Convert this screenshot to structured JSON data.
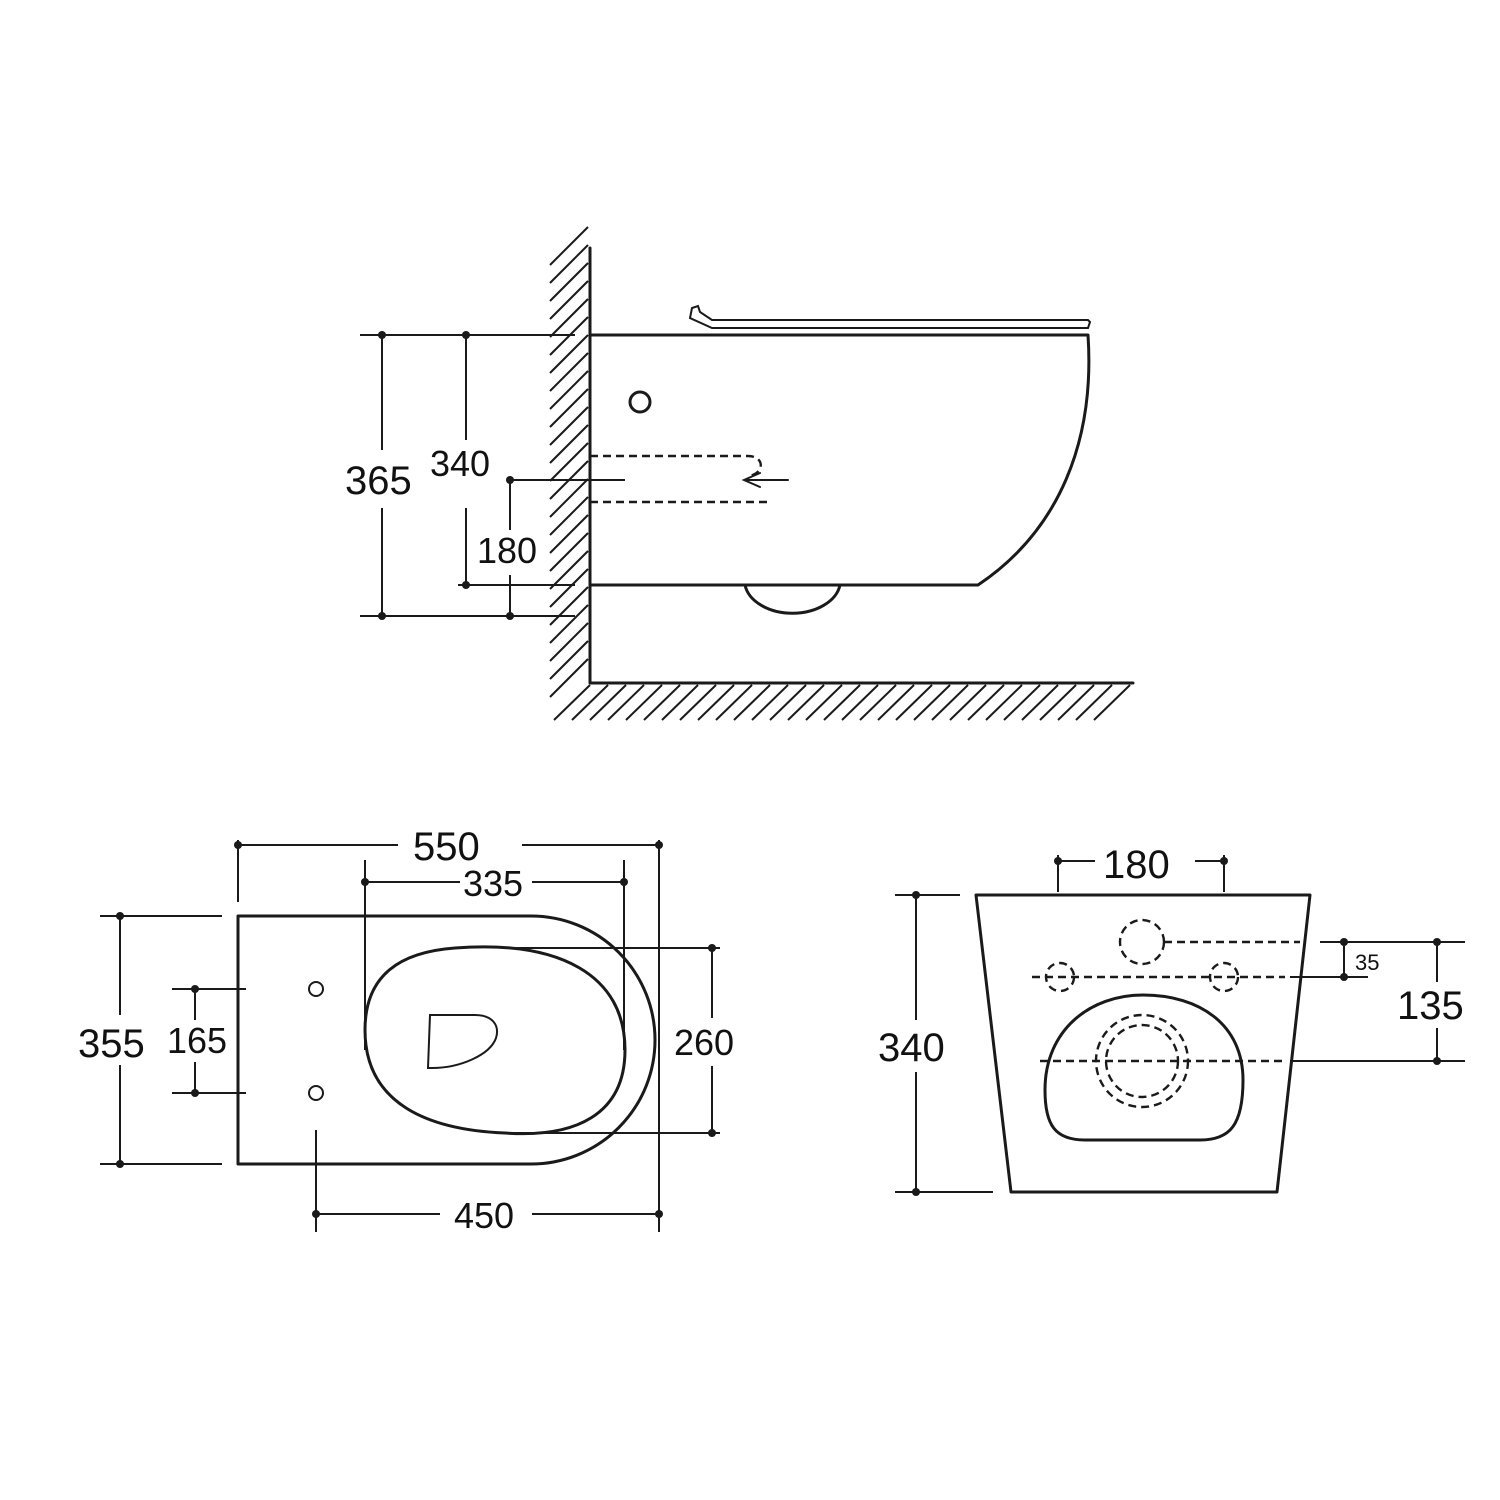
{
  "side_view": {
    "dims": {
      "height_total": "365",
      "height_seat": "340",
      "outlet_height": "180"
    }
  },
  "top_view": {
    "dims": {
      "length": "550",
      "bowl_length": "335",
      "width": "355",
      "fixing_spacing": "165",
      "bowl_width": "260",
      "fixing_to_front": "450"
    }
  },
  "back_view": {
    "dims": {
      "fixing_width": "180",
      "height": "340",
      "fixing_offset": "35",
      "outlet_offset": "135"
    }
  }
}
